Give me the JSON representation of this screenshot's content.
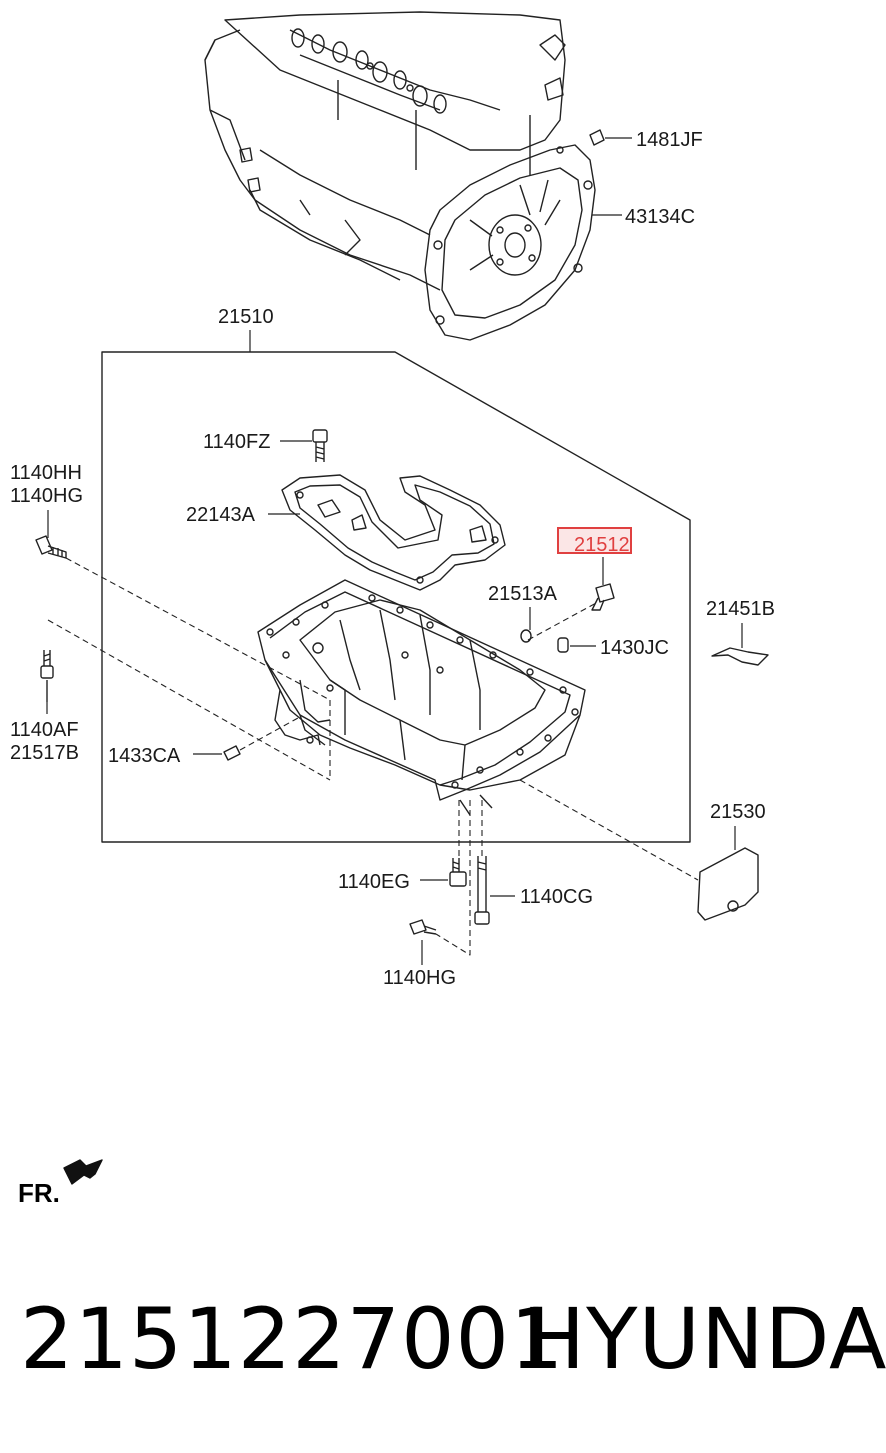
{
  "labels": {
    "l1481JF": "1481JF",
    "l43134C": "43134C",
    "l21510": "21510",
    "l1140FZ": "1140FZ",
    "l1140HH": "1140HH",
    "l1140HG_top": "1140HG",
    "l22143A": "22143A",
    "l21512": "21512",
    "l21513A": "21513A",
    "l21451B": "21451B",
    "l1430JC": "1430JC",
    "l1140AF": "1140AF",
    "l21517B": "21517B",
    "l1433CA": "1433CA",
    "l21530": "21530",
    "l1140EG": "1140EG",
    "l1140CG": "1140CG",
    "l1140HG_bottom": "1140HG"
  },
  "direction": {
    "label": "FR."
  },
  "footer": {
    "part_number": "2151227001",
    "brand": "HYUNDAI"
  },
  "colors": {
    "highlight": "#e04040",
    "line": "#222222"
  }
}
